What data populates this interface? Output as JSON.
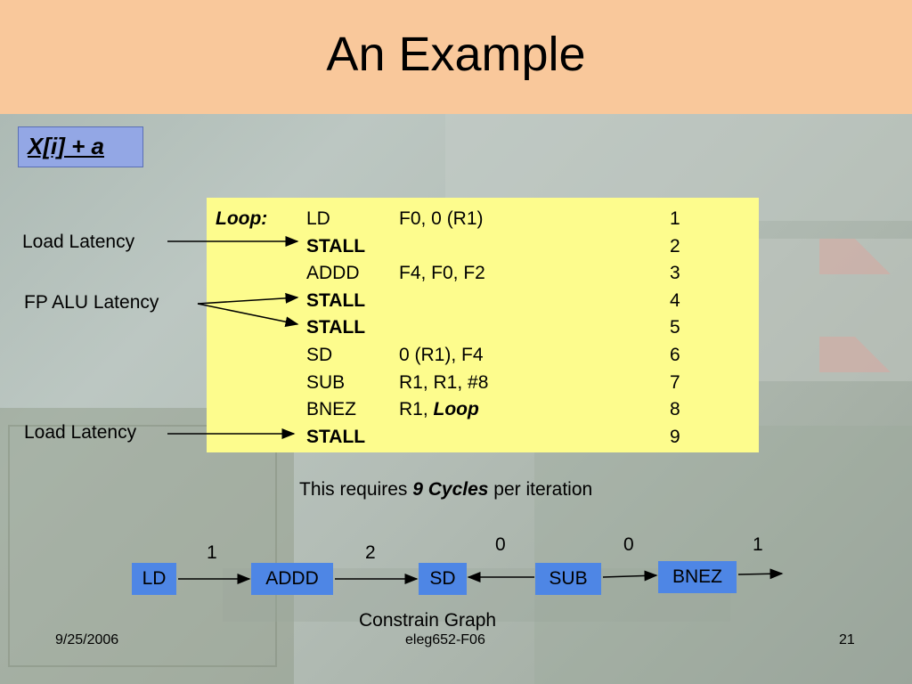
{
  "title": "An Example",
  "expression": "X[i] + a",
  "code": {
    "loop_label": "Loop:",
    "rows": [
      {
        "op": "LD",
        "args": "F0, 0 (R1)",
        "cycle": "1",
        "bold": false
      },
      {
        "op": "STALL",
        "args": "",
        "cycle": "2",
        "bold": true
      },
      {
        "op": "ADDD",
        "args": "F4, F0, F2",
        "cycle": "3",
        "bold": false
      },
      {
        "op": "STALL",
        "args": "",
        "cycle": "4",
        "bold": true
      },
      {
        "op": "STALL",
        "args": "",
        "cycle": "5",
        "bold": true
      },
      {
        "op": "SD",
        "args": "0 (R1), F4",
        "cycle": "6",
        "bold": false
      },
      {
        "op": "SUB",
        "args": "R1, R1, #8",
        "cycle": "7",
        "bold": false
      },
      {
        "op": "BNEZ",
        "args": "R1, ",
        "args_emph": "Loop",
        "cycle": "8",
        "bold": false
      },
      {
        "op": "STALL",
        "args": "",
        "cycle": "9",
        "bold": true
      }
    ]
  },
  "labels": {
    "load_latency_1": "Load Latency",
    "fp_alu_latency": "FP ALU Latency",
    "load_latency_2": "Load Latency"
  },
  "summary": {
    "prefix": "This requires ",
    "emph": "9 Cycles",
    "suffix": " per iteration"
  },
  "graph": {
    "nodes": [
      "LD",
      "ADDD",
      "SD",
      "SUB",
      "BNEZ"
    ],
    "edge_weights": [
      "1",
      "2",
      "0",
      "0",
      "1"
    ],
    "caption": "Constrain Graph"
  },
  "footer": {
    "date": "9/25/2006",
    "course": "eleg652-F06",
    "page": "21"
  }
}
